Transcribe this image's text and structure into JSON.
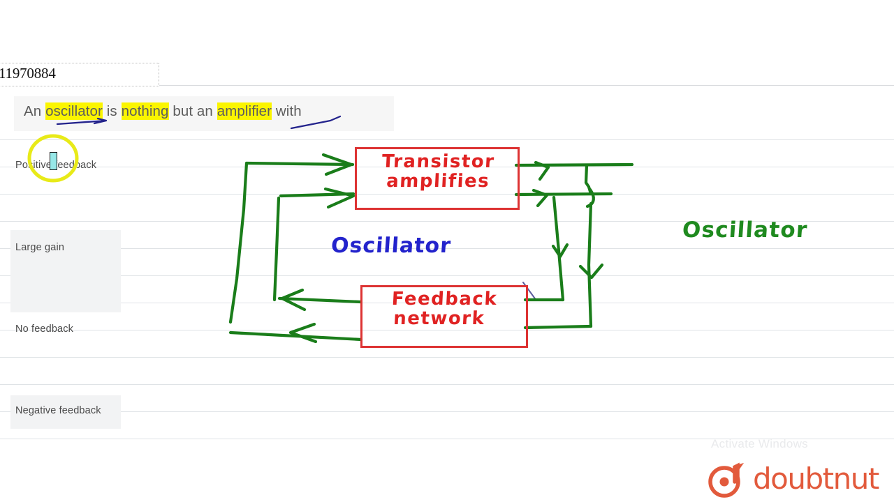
{
  "page": {
    "question_id": "11970884",
    "watermark": "Activate Windows"
  },
  "question": {
    "prefix": "An ",
    "h1": "oscillator",
    "mid1": " is ",
    "h2": "nothing",
    "mid2": " but an ",
    "h3": "amplifier",
    "suffix": " with",
    "full_text": "An oscillator is nothing but an amplifier with"
  },
  "options": [
    {
      "label": "Positive feedback",
      "selected": true,
      "shaded": false
    },
    {
      "label": "Large gain",
      "selected": false,
      "shaded": true
    },
    {
      "label": "No feedback",
      "selected": false,
      "shaded": false
    },
    {
      "label": "Negative feedback",
      "selected": false,
      "shaded": true
    }
  ],
  "diagram": {
    "amplifier_box": {
      "line1": "Transistor",
      "line2": "amplifies",
      "color": "#dd3333"
    },
    "feedback_box": {
      "line1": "Feedback",
      "line2": "network",
      "color": "#dd3333"
    },
    "label_center": {
      "text": "Oscillator",
      "color": "#2323cc"
    },
    "label_right": {
      "text": "Oscillator",
      "color": "#1f8a1f"
    },
    "wire_color": "#1f8a1f",
    "highlight_circle_color": "#e8ea18",
    "pen_blue": "#2323cc"
  },
  "brand": {
    "name": "doubtnut",
    "color": "#e25a3c",
    "icon": "doubtnut-logo-icon"
  }
}
